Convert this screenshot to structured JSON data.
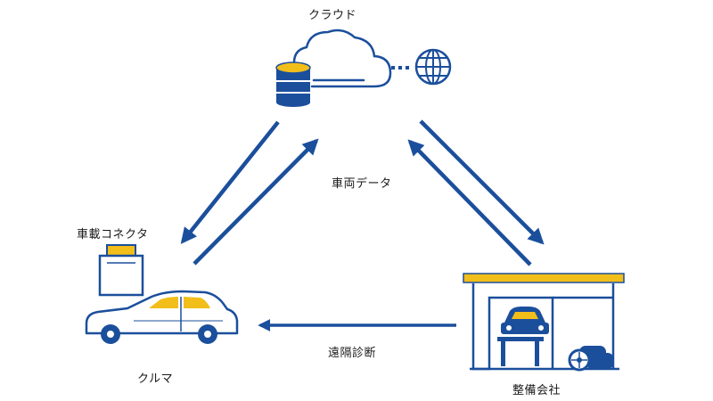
{
  "labels": {
    "cloud": "クラウド",
    "vehicle_data": "車両データ",
    "connector": "車載コネクタ",
    "car": "クルマ",
    "remote_diagnosis": "遠隔診断",
    "garage": "整備会社"
  },
  "colors": {
    "primary": "#1b4f9c",
    "accent": "#f2be1a",
    "text": "#1a1a1a",
    "background": "#ffffff"
  },
  "icons": [
    "cloud-icon",
    "database-icon",
    "globe-icon",
    "connector-icon",
    "car-icon",
    "garage-icon",
    "tire-icon"
  ]
}
